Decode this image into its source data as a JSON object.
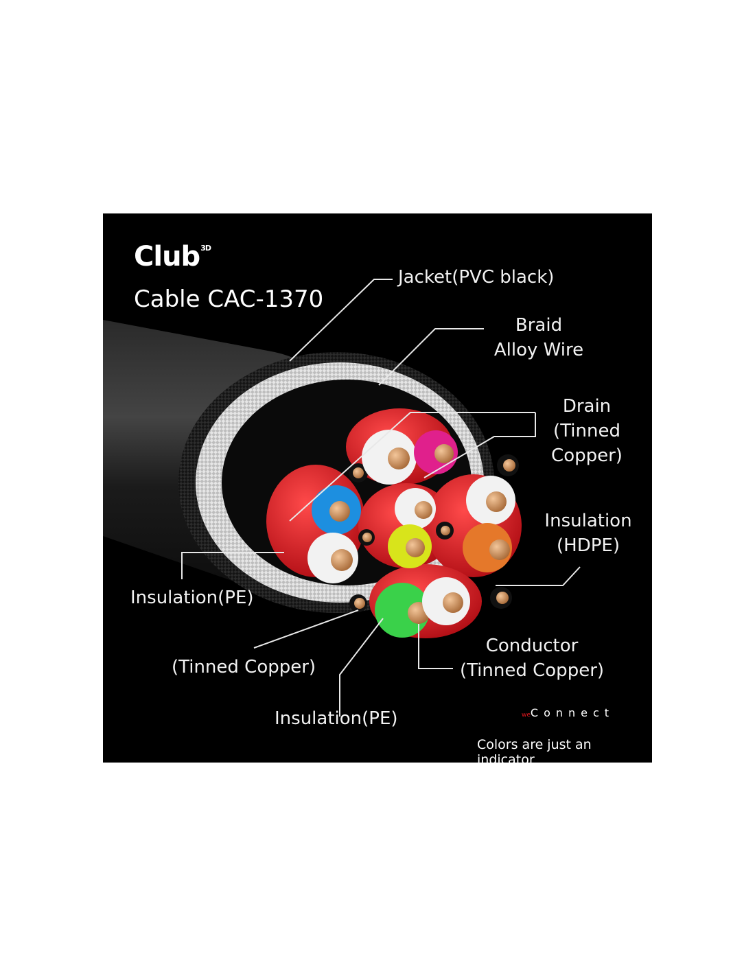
{
  "brand": {
    "name": "Club",
    "superscript": "3D"
  },
  "model": "Cable CAC-1370",
  "labels": {
    "jacket": "Jacket(PVC black)",
    "braid_1": "Braid",
    "braid_2": "Alloy Wire",
    "drain_1": "Drain",
    "drain_2": "(Tinned",
    "drain_3": "Copper)",
    "hdpe_1": "Insulation",
    "hdpe_2": "(HDPE)",
    "insulation_pe_left": "Insulation(PE)",
    "tinned_copper": "(Tinned Copper)",
    "insulation_pe_bottom": "Insulation(PE)",
    "conductor_1": "Conductor",
    "conductor_2": "(Tinned Copper)"
  },
  "footer": {
    "connect_prefix": "we",
    "connect_word": "Connect",
    "disclaimer": "Colors are just an indicator"
  },
  "colors": {
    "background": "#000000",
    "jacket": "#1a1a1a",
    "braid": "#cfcfcf",
    "pair_jacket": "#d6141c",
    "wire_white": "#f2f2f2",
    "wire_blue": "#1d8fe0",
    "wire_yellow": "#d8e41b",
    "wire_orange": "#e5782a",
    "wire_green": "#3ad14a",
    "wire_magenta": "#e0208c",
    "copper": "#d9a06a"
  }
}
